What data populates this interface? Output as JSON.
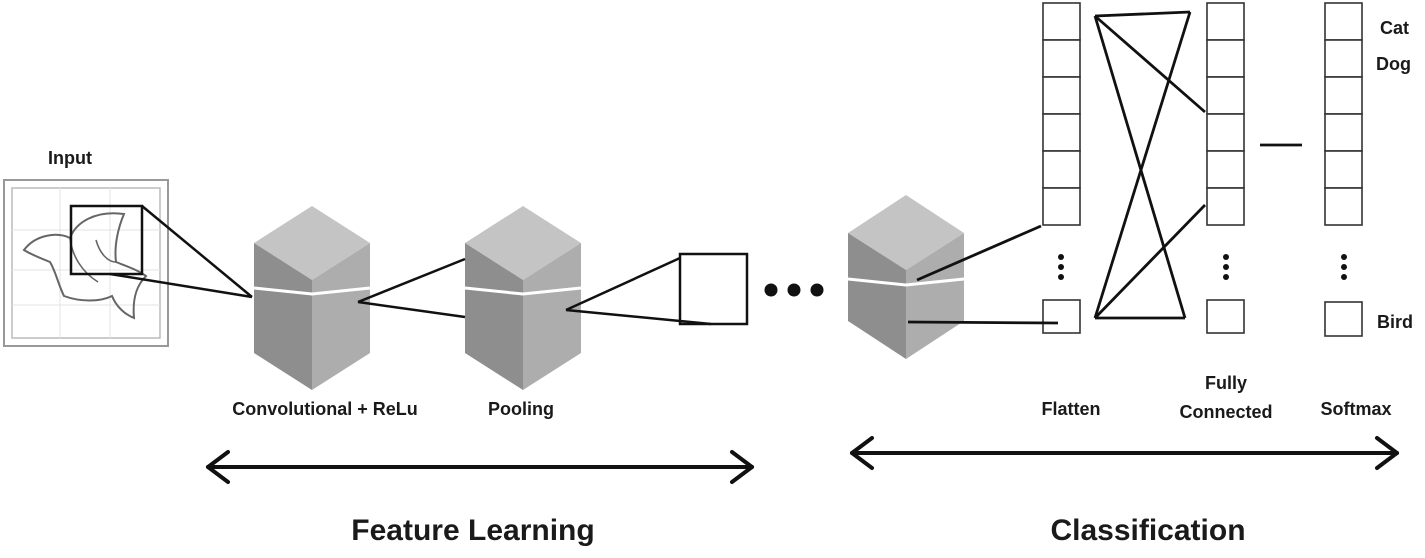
{
  "labels": {
    "input": "Input",
    "conv": "Convolutional + ReLu",
    "pooling": "Pooling",
    "flatten": "Flatten",
    "fully_connected_1": "Fully",
    "fully_connected_2": "Connected",
    "softmax": "Softmax",
    "cat": "Cat",
    "dog": "Dog",
    "bird": "Bird",
    "feature_learning": "Feature Learning",
    "classification": "Classification"
  },
  "colors": {
    "cube_top": "#c4c4c4",
    "cube_left": "#8e8e8e",
    "cube_right": "#adadad",
    "cube_seam": "#ffffff",
    "line": "#111111",
    "frame": "#999999"
  }
}
